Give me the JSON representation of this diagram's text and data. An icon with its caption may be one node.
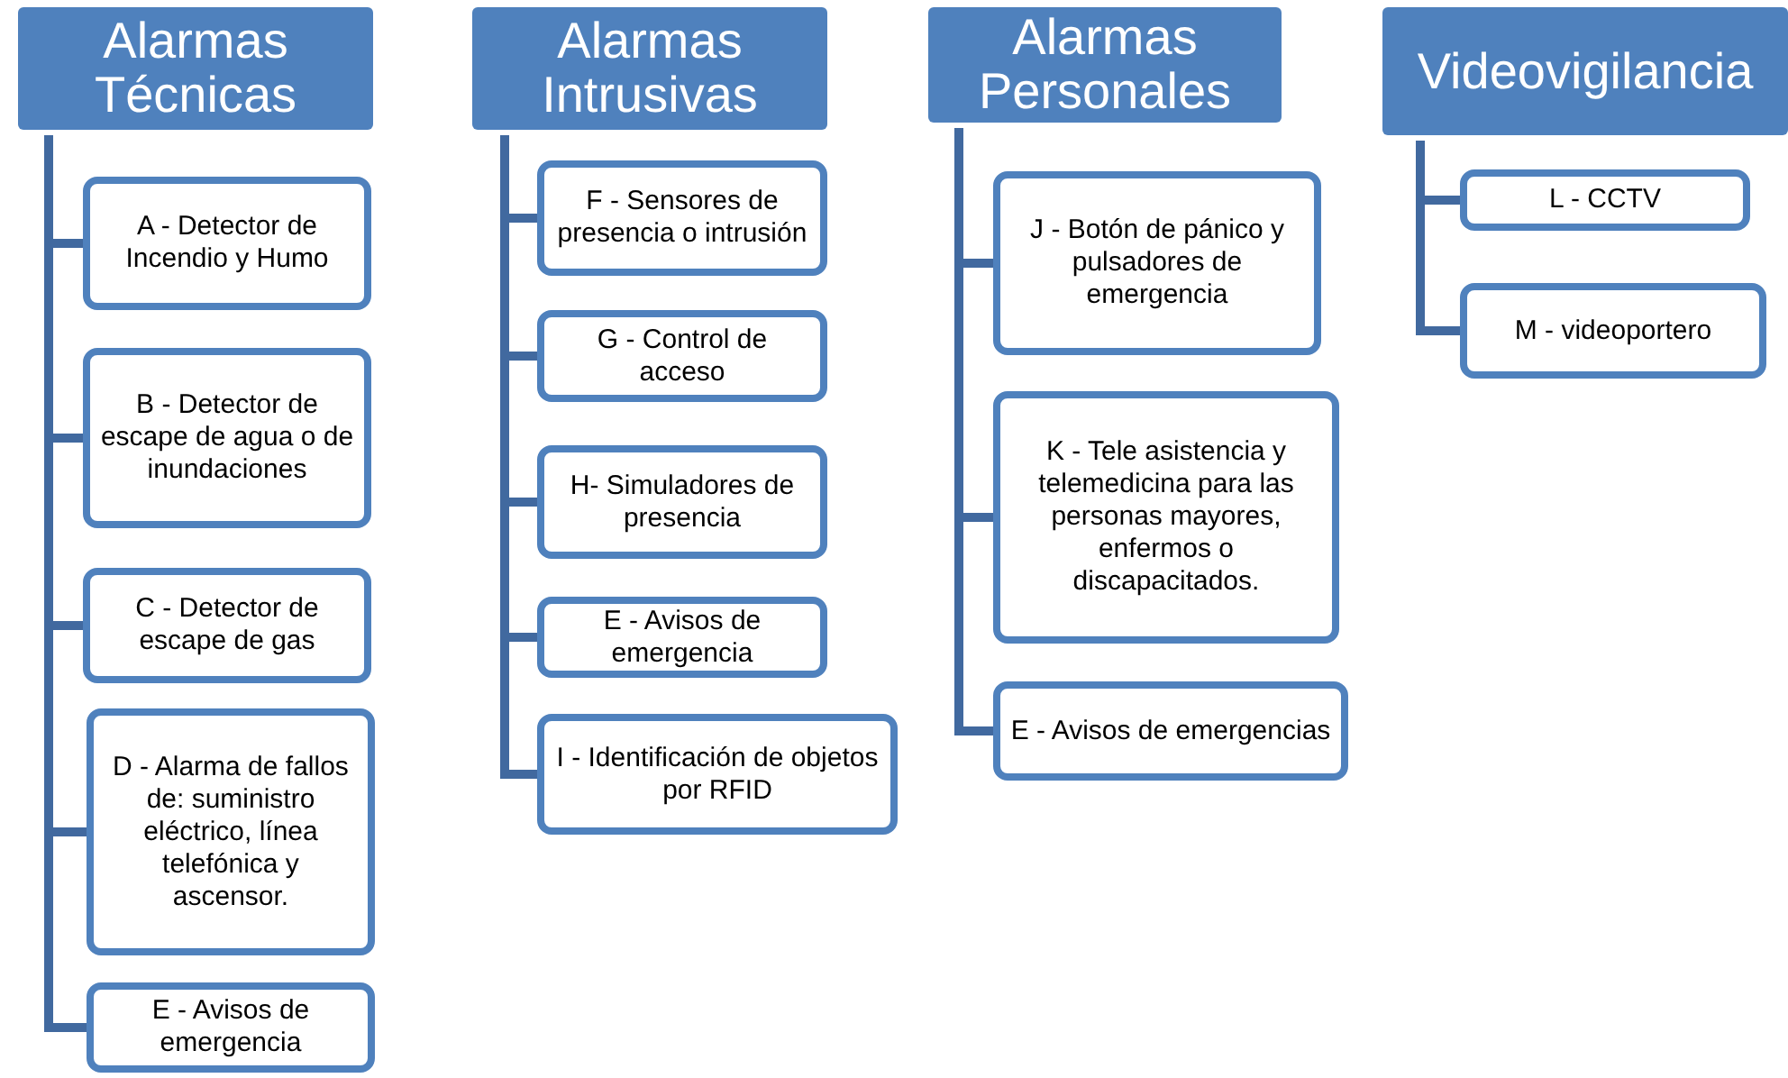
{
  "diagram": {
    "nodes": [
      {
        "text": [
          "Alarmas Técnicas"
        ]
      },
      {
        "text": [
          "A - Detector de Incendio y Humo"
        ]
      },
      {
        "text": [
          "B - Detector de escape de agua o de inundaciones"
        ]
      },
      {
        "text": [
          "C - Detector de escape de gas"
        ]
      },
      {
        "text": [
          "D - Alarma de fallos de: suministro eléctrico, línea telefónica y ascensor."
        ]
      },
      {
        "text": [
          "E - Avisos de emergencia"
        ]
      },
      {
        "text": [
          "Alarmas Intrusivas"
        ]
      },
      {
        "text": [
          "F - Sensores de presencia o intrusión"
        ]
      },
      {
        "text": [
          "G - Control de acceso"
        ]
      },
      {
        "text": [
          "H- Simuladores de presencia"
        ]
      },
      {
        "text": [
          "E - Avisos de emergencia"
        ]
      },
      {
        "text": [
          "I - Identificación de objetos  por RFID"
        ]
      },
      {
        "text": [
          "Alarmas Personales"
        ]
      },
      {
        "text": [
          "J - Botón de pánico y pulsadores de emergencia"
        ]
      },
      {
        "text": [
          "K - Tele asistencia y telemedicina para las personas mayores, enfermos o discapacitados."
        ]
      },
      {
        "text": [
          "E - Avisos de emergencias"
        ]
      },
      {
        "text": [
          "Videovigilancia"
        ]
      },
      {
        "text": [
          "L - CCTV"
        ]
      },
      {
        "text": [
          "M - videoportero"
        ]
      }
    ],
    "edges": [
      {
        "from": 0,
        "to": 1,
        "arrow": "none"
      },
      {
        "from": 0,
        "to": 2,
        "arrow": "none"
      },
      {
        "from": 0,
        "to": 3,
        "arrow": "none"
      },
      {
        "from": 0,
        "to": 4,
        "arrow": "none"
      },
      {
        "from": 0,
        "to": 5,
        "arrow": "none"
      },
      {
        "from": 6,
        "to": 7,
        "arrow": "none"
      },
      {
        "from": 6,
        "to": 8,
        "arrow": "none"
      },
      {
        "from": 6,
        "to": 9,
        "arrow": "none"
      },
      {
        "from": 6,
        "to": 10,
        "arrow": "none"
      },
      {
        "from": 6,
        "to": 11,
        "arrow": "none"
      },
      {
        "from": 12,
        "to": 13,
        "arrow": "none"
      },
      {
        "from": 12,
        "to": 14,
        "arrow": "none"
      },
      {
        "from": 12,
        "to": 15,
        "arrow": "none"
      },
      {
        "from": 16,
        "to": 17,
        "arrow": "none"
      },
      {
        "from": 16,
        "to": 18,
        "arrow": "none"
      }
    ]
  }
}
